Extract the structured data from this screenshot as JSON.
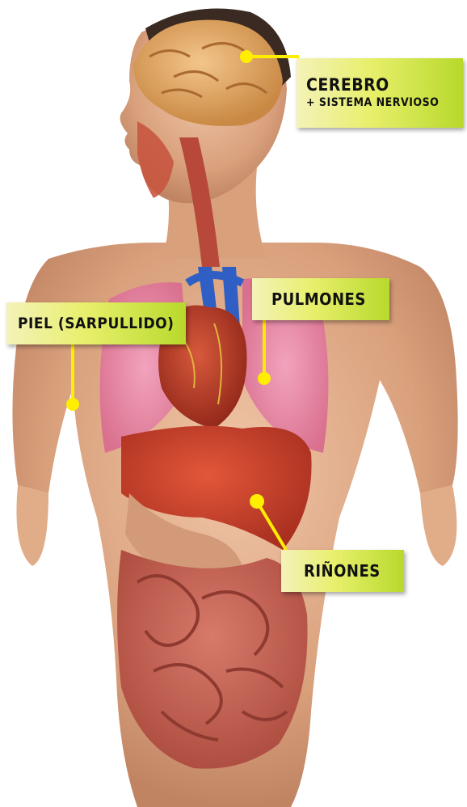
{
  "labels": {
    "brain_line1": "CEREBRO",
    "brain_line2": "+ SISTEMA NERVIOSO",
    "skin": "PIEL (SARPULLIDO)",
    "lungs": "PULMONES",
    "kidneys": "RIÑONES"
  },
  "colors": {
    "label_fill": "#e7ef6a",
    "pointer": "#ffee00",
    "skin": "#e3b08f",
    "lung": "#e98ba9",
    "heart": "#c83c2a",
    "liver": "#d2452e",
    "intestine": "#c25a4c",
    "vein": "#2f5fc4"
  }
}
